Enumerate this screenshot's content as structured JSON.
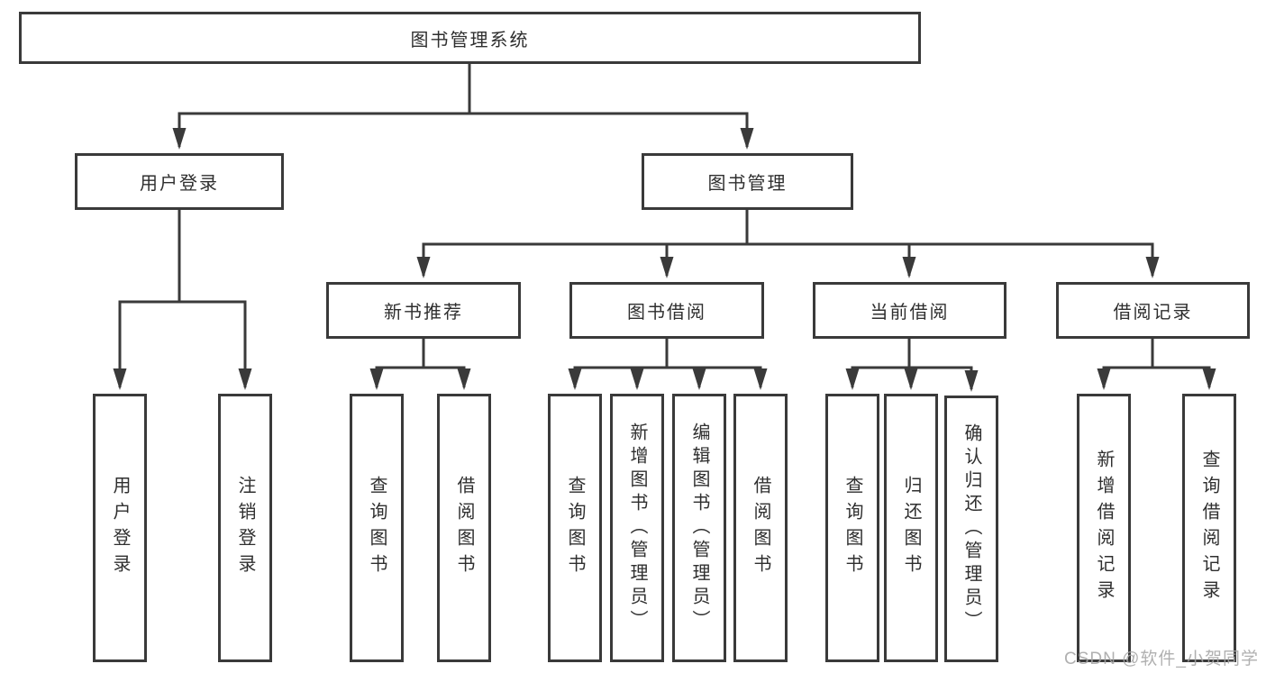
{
  "tree": {
    "label": "图书管理系统",
    "children": [
      {
        "label": "用户登录",
        "children": [
          {
            "label": "用户登录"
          },
          {
            "label": "注销登录"
          }
        ]
      },
      {
        "label": "图书管理",
        "children": [
          {
            "label": "新书推荐",
            "children": [
              {
                "label": "查询图书"
              },
              {
                "label": "借阅图书"
              }
            ]
          },
          {
            "label": "图书借阅",
            "children": [
              {
                "label": "查询图书"
              },
              {
                "label": "新增图书（管理员）"
              },
              {
                "label": "编辑图书（管理员）"
              },
              {
                "label": "借阅图书"
              }
            ]
          },
          {
            "label": "当前借阅",
            "children": [
              {
                "label": "查询图书"
              },
              {
                "label": "归还图书"
              },
              {
                "label": "确认归还（管理员）"
              }
            ]
          },
          {
            "label": "借阅记录",
            "children": [
              {
                "label": "新增借阅记录"
              },
              {
                "label": "查询借阅记录"
              }
            ]
          }
        ]
      }
    ]
  },
  "watermark": {
    "text": "CSDN @软件_小贺同学"
  },
  "colors": {
    "line": "#3a3a3a",
    "text": "#2f2f2f",
    "watermark": "#a5a5a5",
    "background": "#ffffff"
  }
}
